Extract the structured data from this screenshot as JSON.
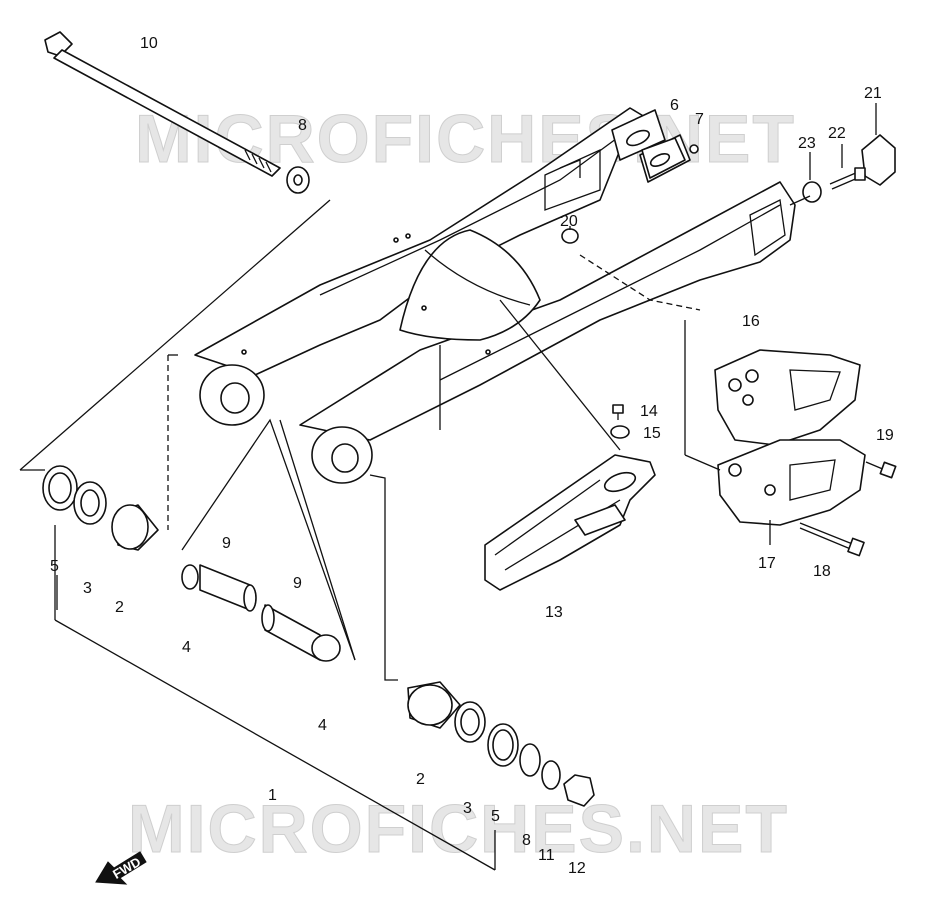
{
  "watermark": {
    "text": "MICROFICHES.NET"
  },
  "fwd_label": "FWD",
  "callouts": [
    {
      "id": "c1",
      "text": "1"
    },
    {
      "id": "c2a",
      "text": "2"
    },
    {
      "id": "c2b",
      "text": "2"
    },
    {
      "id": "c3a",
      "text": "3"
    },
    {
      "id": "c3b",
      "text": "3"
    },
    {
      "id": "c4a",
      "text": "4"
    },
    {
      "id": "c4b",
      "text": "4"
    },
    {
      "id": "c5a",
      "text": "5"
    },
    {
      "id": "c5b",
      "text": "5"
    },
    {
      "id": "c6",
      "text": "6"
    },
    {
      "id": "c7",
      "text": "7"
    },
    {
      "id": "c8a",
      "text": "8"
    },
    {
      "id": "c8b",
      "text": "8"
    },
    {
      "id": "c9a",
      "text": "9"
    },
    {
      "id": "c9b",
      "text": "9"
    },
    {
      "id": "c10",
      "text": "10"
    },
    {
      "id": "c11",
      "text": "11"
    },
    {
      "id": "c12",
      "text": "12"
    },
    {
      "id": "c13",
      "text": "13"
    },
    {
      "id": "c14",
      "text": "14"
    },
    {
      "id": "c15",
      "text": "15"
    },
    {
      "id": "c16",
      "text": "16"
    },
    {
      "id": "c17",
      "text": "17"
    },
    {
      "id": "c18",
      "text": "18"
    },
    {
      "id": "c19",
      "text": "19"
    },
    {
      "id": "c20",
      "text": "20"
    },
    {
      "id": "c21",
      "text": "21"
    },
    {
      "id": "c22",
      "text": "22"
    },
    {
      "id": "c23",
      "text": "23"
    }
  ]
}
